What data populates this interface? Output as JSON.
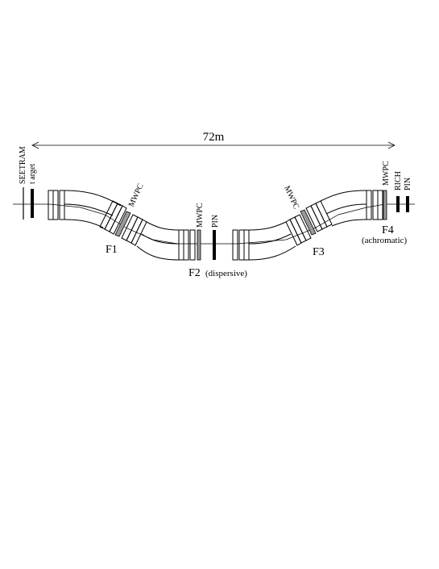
{
  "span": {
    "label": "72m"
  },
  "focal_planes": {
    "f1": "F1",
    "f2": "F2",
    "f2_note": "(dispersive)",
    "f3": "F3",
    "f4": "F4",
    "f4_note": "(achromatic)"
  },
  "detectors": {
    "seetram": "SEETRAM",
    "target": "t arget",
    "mwpc_1": "MWPC",
    "mwpc_2": "MWPC",
    "pin_f2": "PIN",
    "mwpc_3": "MWPC",
    "mwpc_4": "MWPC",
    "rich": "RICH",
    "pin_f4": "PIN"
  },
  "colors": {
    "line": "#000000",
    "detector_fill": "#9a9a9a",
    "target_fill": "#000000"
  }
}
